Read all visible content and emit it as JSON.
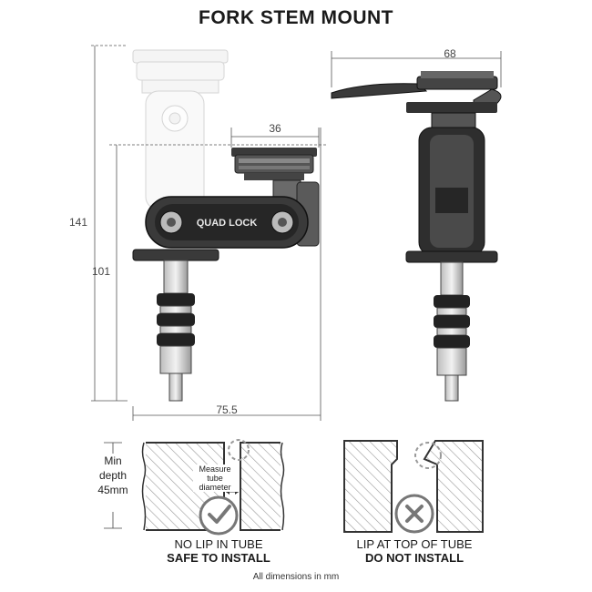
{
  "title": "FORK STEM MOUNT",
  "logo_text": "QUAD LOCK",
  "dimensions": {
    "height_total": "141",
    "height_mount": "101",
    "head_width": "36",
    "total_width": "75.5",
    "side_width": "68"
  },
  "detail": {
    "min_depth_line1": "Min",
    "min_depth_line2": "depth",
    "min_depth_line3": "45mm",
    "measure_line1": "Measure",
    "measure_line2": "tube",
    "measure_line3": "diameter"
  },
  "safe_case": {
    "line1": "NO LIP IN TUBE",
    "line2": "SAFE TO INSTALL",
    "status": "check"
  },
  "unsafe_case": {
    "line1": "LIP AT TOP OF TUBE",
    "line2": "DO NOT INSTALL",
    "status": "cross"
  },
  "footnote": "All dimensions in mm",
  "colors": {
    "line": "#444444",
    "hatch": "#999999",
    "dashed": "#aaaaaa",
    "mount_dark": "#2a2a2a"
  }
}
